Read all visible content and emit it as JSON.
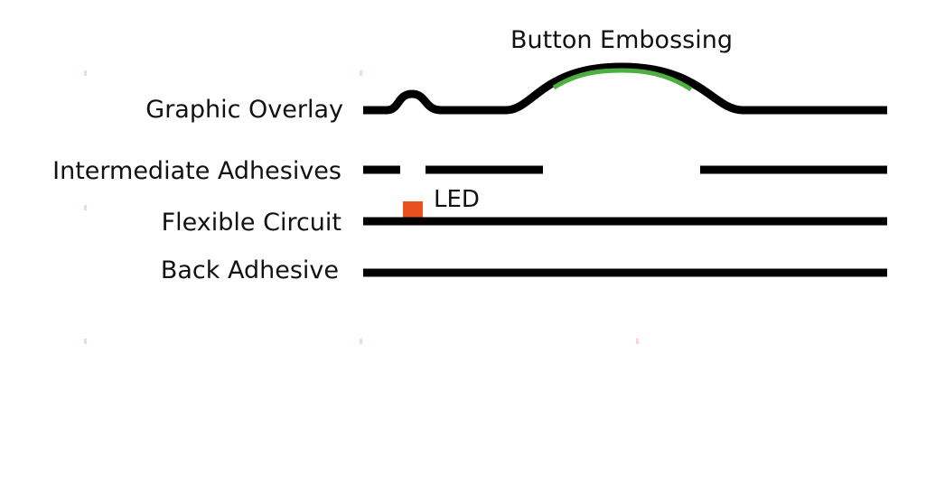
{
  "labels": {
    "graphic_overlay": "Graphic Overlay",
    "intermediate_adhesives": "Intermediate Adhesives",
    "flexible_circuit": "Flexible Circuit",
    "back_adhesive": "Back Adhesive",
    "button_embossing": "Button Embossing",
    "led": "LED"
  },
  "colors": {
    "layer_line": "#000000",
    "embossing_highlight": "#4caf3f",
    "led": "#e8521f",
    "background": "#ffffff"
  }
}
